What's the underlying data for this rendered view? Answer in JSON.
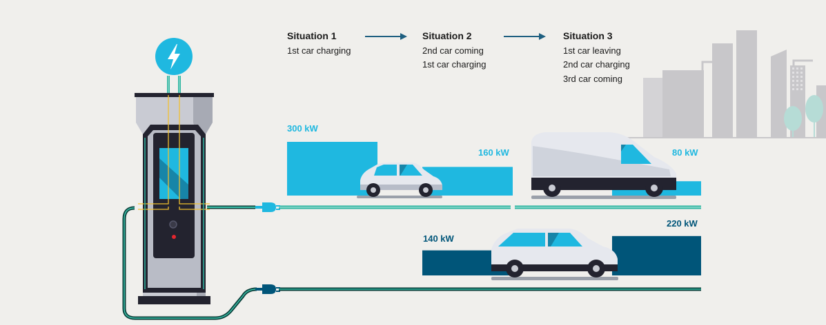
{
  "colors": {
    "background": "#f0efec",
    "light_blue": "#1fb8e0",
    "dark_blue": "#005579",
    "cable_green": "#2fb5a0",
    "cable_dark": "#0b3f3a",
    "charger_body": "#c9cbd3",
    "charger_dark": "#23232f",
    "city_gray": "#c8c7ca"
  },
  "icons": {
    "lightning": "lightning-bolt-icon",
    "plug": "plug-icon"
  },
  "situations": [
    {
      "title": "Situation 1",
      "lines": [
        "1st car charging"
      ]
    },
    {
      "title": "Situation 2",
      "lines": [
        "2nd car coming",
        "1st car charging"
      ]
    },
    {
      "title": "Situation 3",
      "lines": [
        "1st car leaving",
        "2nd car charging",
        "3rd car coming"
      ]
    }
  ],
  "power_labels": {
    "s1_output1": "300 kW",
    "s2_output1": "160 kW",
    "s2_output2": "140 kW",
    "s3_output1": "80 kW",
    "s3_output2": "220 kW"
  },
  "chart_data": {
    "type": "bar",
    "categories": [
      "Situation 1",
      "Situation 2",
      "Situation 3"
    ],
    "series": [
      {
        "values": [
          300,
          160,
          80
        ]
      },
      {
        "values": [
          0,
          140,
          220
        ]
      }
    ],
    "ylim": [
      0,
      300
    ]
  }
}
